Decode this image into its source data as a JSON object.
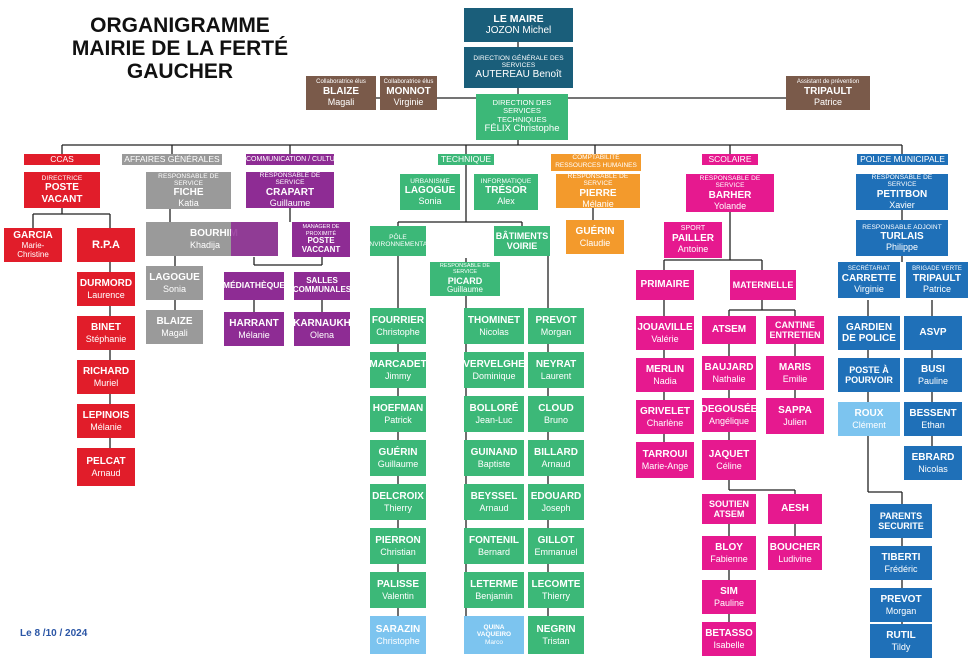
{
  "title": {
    "line1": "ORGANIGRAMME",
    "line2": "MAIRIE DE LA FERTÉ GAUCHER"
  },
  "date": "Le 8 /10 / 2024",
  "colors": {
    "teal": "#1a5e7a",
    "brown": "#7a5a4a",
    "red": "#e11d2a",
    "grey": "#9a9a9a",
    "purple": "#8e2c94",
    "green": "#3cb878",
    "orange": "#f39a2c",
    "pink": "#e6198f",
    "blue": "#1f70b8",
    "light_blue": "#7cc4ef"
  },
  "top": {
    "maire": {
      "role": "LE MAIRE",
      "name": "JOZON Michel"
    },
    "dgs": {
      "role": "DIRECTION GÉNÉRALE DES SERVICES",
      "name": "AUTEREAU Benoît"
    },
    "collab1": {
      "role": "Collaboratrice élus",
      "name": "BLAIZE",
      "first": "Magali"
    },
    "collab2": {
      "role": "Collaboratrice élus",
      "name": "MONNOT",
      "first": "Virginie"
    },
    "prevention": {
      "role": "Assistant de prévention",
      "name": "TRIPAULT",
      "first": "Patrice"
    },
    "dst": {
      "role": "DIRECTION DES SERVICES TECHNIQUES",
      "name": "FÉLIX Christophe"
    }
  },
  "departments": {
    "ccas": "CCAS",
    "affaires": "AFFAIRES GÉNÉRALES",
    "communication": "COMMUNICATION / CULTURE",
    "technique": "TECHNIQUE",
    "comptabilite": "COMPTABILITÉ RESSOURCES HUMAINES",
    "scolaire": "SCOLAIRE",
    "police": "POLICE MUNICIPALE"
  },
  "ccas": {
    "directrice": {
      "role": "DIRECTRICE",
      "name": "POSTE VACANT"
    },
    "garcia": {
      "name": "GARCIA",
      "first": "Marie-Christine"
    },
    "rpa": "R.P.A",
    "staff": [
      {
        "name": "DURMORD",
        "first": "Laurence"
      },
      {
        "name": "BINET",
        "first": "Stéphanie"
      },
      {
        "name": "RICHARD",
        "first": "Muriel"
      },
      {
        "name": "LEPINOIS",
        "first": "Mélanie"
      },
      {
        "name": "PELCAT",
        "first": "Arnaud"
      }
    ]
  },
  "affaires": {
    "resp": {
      "role": "RESPONSABLE DE SERVICE",
      "name": "FICHE",
      "first": "Katia"
    },
    "bourhim": {
      "name": "BOURHIM",
      "first": "Khadija"
    },
    "lagogue": {
      "name": "LAGOGUE",
      "first": "Sonia"
    },
    "blaize": {
      "name": "BLAIZE",
      "first": "Magali"
    }
  },
  "communication": {
    "resp": {
      "role": "RESPONSABLE DE SERVICE",
      "name": "CRAPART",
      "first": "Guillaume"
    },
    "manager": {
      "role": "MANAGER DE PROXIMITÉ",
      "name": "POSTE VACCANT"
    },
    "mediatheque": "MÉDIATHÈQUE",
    "salles": "SALLES COMMUNALES",
    "harrant": {
      "name": "HARRANT",
      "first": "Mélanie"
    },
    "karnaukh": {
      "name": "KARNAUKH",
      "first": "Olena"
    }
  },
  "technique": {
    "urbanisme": {
      "role": "URBANISME",
      "name": "LAGOGUE",
      "first": "Sonia"
    },
    "informatique": {
      "role": "INFORMATIQUE",
      "name": "TRÉSOR",
      "first": "Alex"
    },
    "pole": "PÔLE ENVIRONNEMENTAL",
    "batiments": "BÂTIMENTS VOIRIE",
    "resp": {
      "role": "RESPONSABLE DE SERVICE",
      "name": "PICARD",
      "first": "Guillaume"
    },
    "col1": [
      {
        "name": "FOURRIER",
        "first": "Christophe"
      },
      {
        "name": "MARCADET",
        "first": "Jimmy"
      },
      {
        "name": "HOEFMAN",
        "first": "Patrick"
      },
      {
        "name": "GUÉRIN",
        "first": "Guillaume"
      },
      {
        "name": "DELCROIX",
        "first": "Thierry"
      },
      {
        "name": "PIERRON",
        "first": "Christian"
      },
      {
        "name": "PALISSE",
        "first": "Valentin"
      },
      {
        "name": "SARAZIN",
        "first": "Christophe"
      }
    ],
    "col2": [
      {
        "name": "THOMINET",
        "first": "Nicolas"
      },
      {
        "name": "VERVELGHE",
        "first": "Dominique"
      },
      {
        "name": "BOLLORÉ",
        "first": "Jean-Luc"
      },
      {
        "name": "GUINAND",
        "first": "Baptiste"
      },
      {
        "name": "BEYSSEL",
        "first": "Arnaud"
      },
      {
        "name": "FONTENIL",
        "first": "Bernard"
      },
      {
        "name": "LETERME",
        "first": "Benjamin"
      },
      {
        "name": "QUINA VAQUEIRO",
        "first": "Marco"
      }
    ],
    "col3": [
      {
        "name": "PREVOT",
        "first": "Morgan"
      },
      {
        "name": "NEYRAT",
        "first": "Laurent"
      },
      {
        "name": "CLOUD",
        "first": "Bruno"
      },
      {
        "name": "BILLARD",
        "first": "Arnaud"
      },
      {
        "name": "EDOUARD",
        "first": "Joseph"
      },
      {
        "name": "GILLOT",
        "first": "Emmanuel"
      },
      {
        "name": "LECOMTE",
        "first": "Thierry"
      },
      {
        "name": "NEGRIN",
        "first": "Tristan"
      }
    ]
  },
  "comptabilite": {
    "resp": {
      "role": "RESPONSABLE DE SERVICE",
      "name": "PIERRE",
      "first": "Mélanie"
    },
    "guerin": {
      "name": "GUÉRIN",
      "first": "Claudie"
    }
  },
  "scolaire": {
    "resp": {
      "role": "RESPONSABLE DE SERVICE",
      "name": "BARHER",
      "first": "Yolande"
    },
    "sport": {
      "role": "SPORT",
      "name": "PAILLER",
      "first": "Antoine"
    },
    "primaire": "PRIMAIRE",
    "maternelle": "MATERNELLE",
    "primaire_staff": [
      {
        "name": "JOUAVILLE",
        "first": "Valérie"
      },
      {
        "name": "MERLIN",
        "first": "Nadia"
      },
      {
        "name": "GRIVELET",
        "first": "Charlène"
      },
      {
        "name": "TARROUI",
        "first": "Marie-Ange"
      }
    ],
    "atsem": "ATSEM",
    "cantine": "CANTINE ENTRETIEN",
    "atsem_staff": [
      {
        "name": "BAUJARD",
        "first": "Nathalie"
      },
      {
        "name": "DEGOUSÉE",
        "first": "Angélique"
      },
      {
        "name": "JAQUET",
        "first": "Céline"
      }
    ],
    "cantine_staff": [
      {
        "name": "MARIS",
        "first": "Emilie"
      },
      {
        "name": "SAPPA",
        "first": "Julien"
      }
    ],
    "soutien": "SOUTIEN ATSEM",
    "aesh": "AESH",
    "soutien_staff": [
      {
        "name": "BLOY",
        "first": "Fabienne"
      },
      {
        "name": "SIM",
        "first": "Pauline"
      },
      {
        "name": "BETASSO",
        "first": "Isabelle"
      }
    ],
    "boucher": {
      "name": "BOUCHER",
      "first": "Ludivine"
    }
  },
  "police": {
    "resp": {
      "role": "RESPONSABLE DE SERVICE",
      "name": "PETITBON",
      "first": "Xavier"
    },
    "adjoint": {
      "role": "RESPONSABLE ADJOINT",
      "name": "TURLAIS",
      "first": "Philippe"
    },
    "secretariat": {
      "role": "SECRÉTARIAT",
      "name": "CARRETTE",
      "first": "Virginie"
    },
    "brigade": {
      "role": "BRIGADE VERTE",
      "name": "TRIPAULT",
      "first": "Patrice"
    },
    "gardien": "GARDIEN DE POLICE",
    "asvp": "ASVP",
    "poste": "POSTE À POURVOIR",
    "roux": {
      "name": "ROUX",
      "first": "Clément"
    },
    "asvp_staff": [
      {
        "name": "BUSI",
        "first": "Pauline"
      },
      {
        "name": "BESSENT",
        "first": "Ethan"
      },
      {
        "name": "EBRARD",
        "first": "Nicolas"
      }
    ],
    "parents": "PARENTS SECURITE",
    "parents_staff": [
      {
        "name": "TIBERTI",
        "first": "Frédéric"
      },
      {
        "name": "PREVOT",
        "first": "Morgan"
      },
      {
        "name": "RUTIL",
        "first": "Tildy"
      }
    ]
  }
}
